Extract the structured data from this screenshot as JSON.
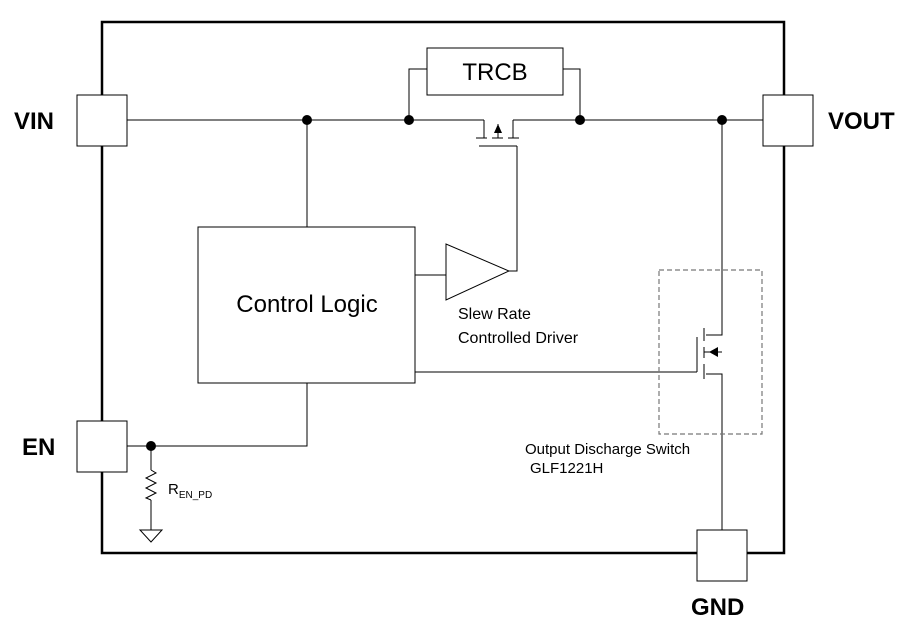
{
  "pins": {
    "vin": "VIN",
    "vout": "VOUT",
    "en": "EN",
    "gnd": "GND"
  },
  "blocks": {
    "trcb": "TRCB",
    "control_logic": "Control Logic"
  },
  "driver": {
    "line1": "Slew Rate",
    "line2": "Controlled Driver"
  },
  "discharge": {
    "line1": "Output Discharge Switch",
    "line2": "GLF1221H"
  },
  "resistor": {
    "main": "R",
    "subscript": "EN_PD"
  }
}
